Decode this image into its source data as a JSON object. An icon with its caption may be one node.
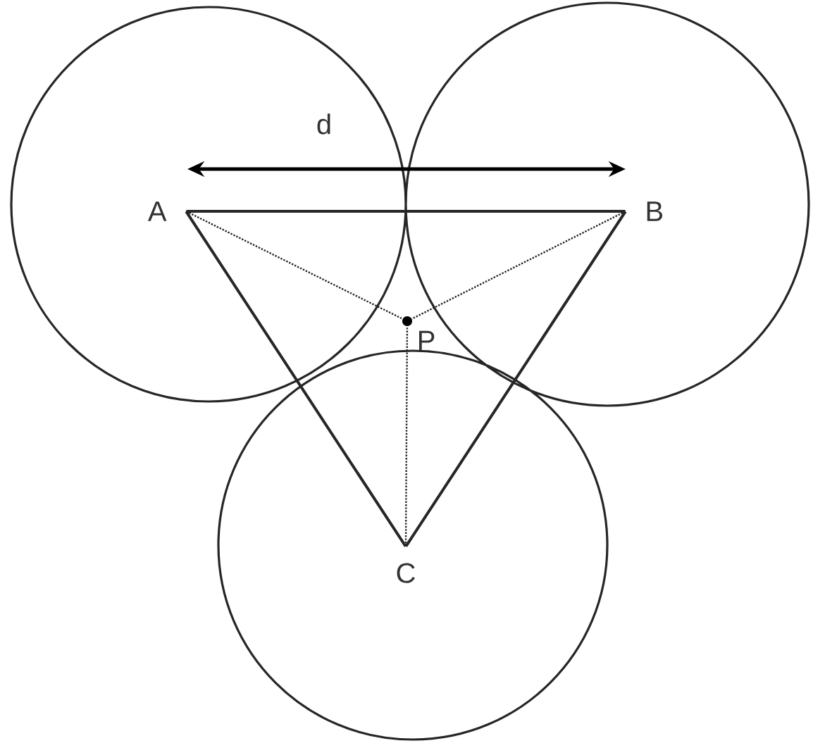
{
  "diagram": {
    "nodes": [
      {
        "text": [
          "A"
        ]
      },
      {
        "text": [
          "B"
        ]
      },
      {
        "text": [
          "C"
        ]
      },
      {
        "text": [
          "P"
        ]
      }
    ],
    "edges": [
      {
        "from": 0,
        "to": 1,
        "arrow": "none"
      },
      {
        "from": 1,
        "to": 2,
        "arrow": "none"
      },
      {
        "from": 2,
        "to": 0,
        "arrow": "none"
      },
      {
        "from": 0,
        "to": 3,
        "arrow": "none",
        "style": "dashed"
      },
      {
        "from": 1,
        "to": 3,
        "arrow": "none",
        "style": "dashed"
      },
      {
        "from": 2,
        "to": 3,
        "arrow": "none",
        "style": "dashed"
      }
    ],
    "labels": [
      "d"
    ]
  }
}
